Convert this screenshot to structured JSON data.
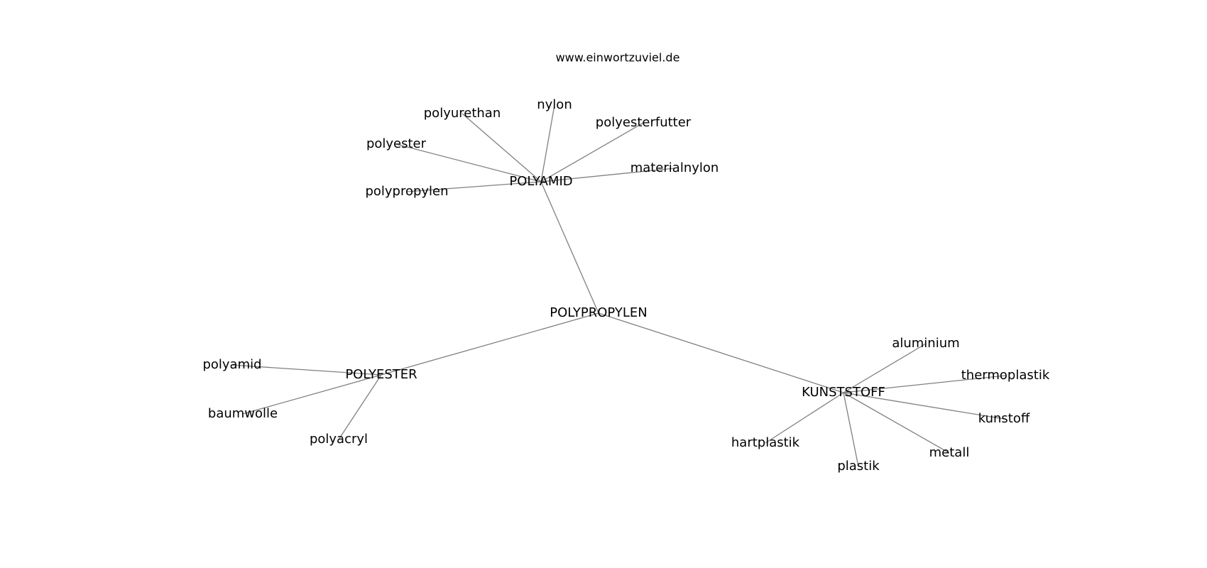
{
  "source_text": "www.einwortzuviel.de",
  "graph": {
    "nodes": [
      {
        "id": "POLYPROPYLEN",
        "label": "POLYPROPYLEN"
      },
      {
        "id": "POLYAMID",
        "label": "POLYAMID"
      },
      {
        "id": "POLYESTER",
        "label": "POLYESTER"
      },
      {
        "id": "KUNSTSTOFF",
        "label": "KUNSTSTOFF"
      },
      {
        "id": "polyurethan",
        "label": "polyurethan"
      },
      {
        "id": "nylon",
        "label": "nylon"
      },
      {
        "id": "polyesterfutter",
        "label": "polyesterfutter"
      },
      {
        "id": "polyester",
        "label": "polyester"
      },
      {
        "id": "materialnylon",
        "label": "materialnylon"
      },
      {
        "id": "polypropylen",
        "label": "polypropylen"
      },
      {
        "id": "polyamid",
        "label": "polyamid"
      },
      {
        "id": "baumwolle",
        "label": "baumwolle"
      },
      {
        "id": "polyacryl",
        "label": "polyacryl"
      },
      {
        "id": "aluminium",
        "label": "aluminium"
      },
      {
        "id": "thermoplastik",
        "label": "thermoplastik"
      },
      {
        "id": "kunstoff",
        "label": "kunstoff"
      },
      {
        "id": "hartplastik",
        "label": "hartplastik"
      },
      {
        "id": "metall",
        "label": "metall"
      },
      {
        "id": "plastik",
        "label": "plastik"
      }
    ],
    "edges": [
      {
        "from": "POLYPROPYLEN",
        "to": "POLYAMID"
      },
      {
        "from": "POLYPROPYLEN",
        "to": "POLYESTER"
      },
      {
        "from": "POLYPROPYLEN",
        "to": "KUNSTSTOFF"
      },
      {
        "from": "POLYAMID",
        "to": "polyurethan"
      },
      {
        "from": "POLYAMID",
        "to": "nylon"
      },
      {
        "from": "POLYAMID",
        "to": "polyesterfutter"
      },
      {
        "from": "POLYAMID",
        "to": "polyester"
      },
      {
        "from": "POLYAMID",
        "to": "materialnylon"
      },
      {
        "from": "POLYAMID",
        "to": "polypropylen"
      },
      {
        "from": "POLYESTER",
        "to": "polyamid"
      },
      {
        "from": "POLYESTER",
        "to": "baumwolle"
      },
      {
        "from": "POLYESTER",
        "to": "polyacryl"
      },
      {
        "from": "KUNSTSTOFF",
        "to": "aluminium"
      },
      {
        "from": "KUNSTSTOFF",
        "to": "thermoplastik"
      },
      {
        "from": "KUNSTSTOFF",
        "to": "kunstoff"
      },
      {
        "from": "KUNSTSTOFF",
        "to": "hartplastik"
      },
      {
        "from": "KUNSTSTOFF",
        "to": "metall"
      },
      {
        "from": "KUNSTSTOFF",
        "to": "plastik"
      }
    ]
  }
}
